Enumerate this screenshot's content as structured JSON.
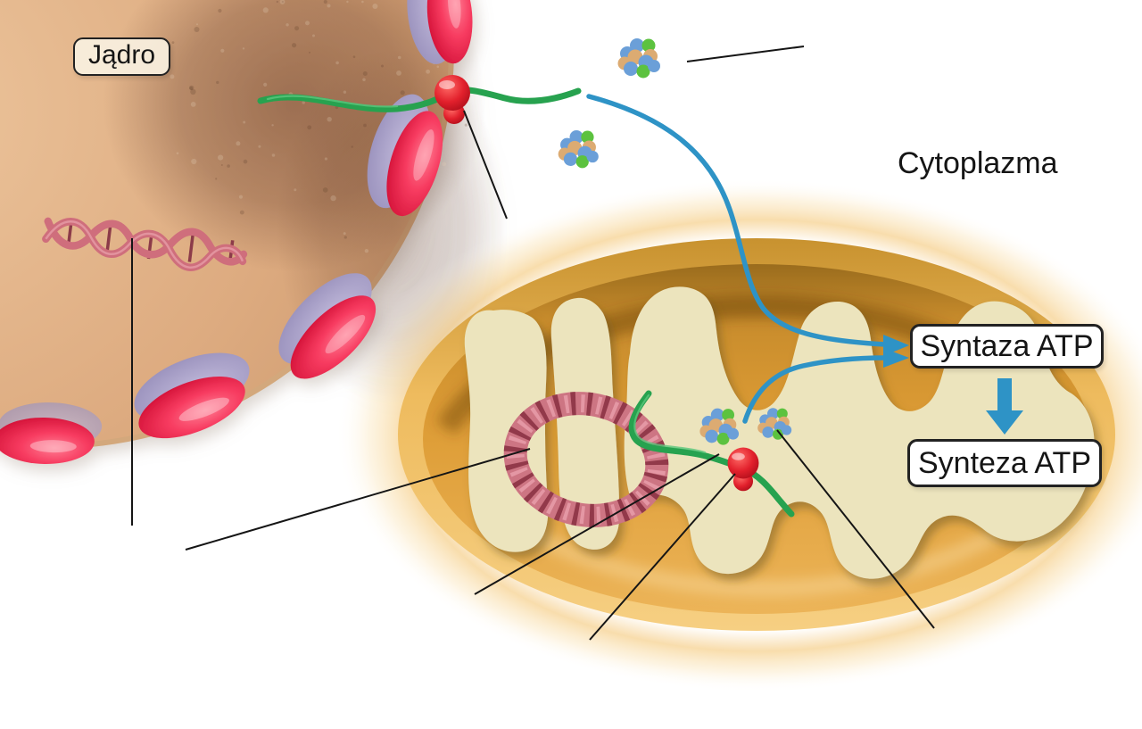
{
  "labels": {
    "nucleus": "Jądro",
    "cytoplasm": "Cytoplazma",
    "atp_synthase": "Syntaza ATP",
    "atp_synthesis": "Synteza ATP"
  },
  "palette": {
    "background": "#ffffff",
    "accent_blue": "#2e93c6",
    "mrna_green": "#27a24f",
    "ribosome_red": "#c3101f",
    "dna_pink": "#cf6e7c",
    "dna_dark": "#8c3a48",
    "nucleus_tan": "#ddab80",
    "nucleus_dark": "#6e4230",
    "membrane_tan": "#d3a87b",
    "pore_red": "#ee2450",
    "pore_lilac": "#a9a0c8",
    "mito_outer": "#eebb5e",
    "mito_inner": "#dd9c35",
    "cristae_cream": "#ece4bd",
    "protein_blue": "#6b9fd8",
    "protein_orange": "#dcab72",
    "protein_green": "#5cc23f",
    "pointer_line": "#151515"
  }
}
